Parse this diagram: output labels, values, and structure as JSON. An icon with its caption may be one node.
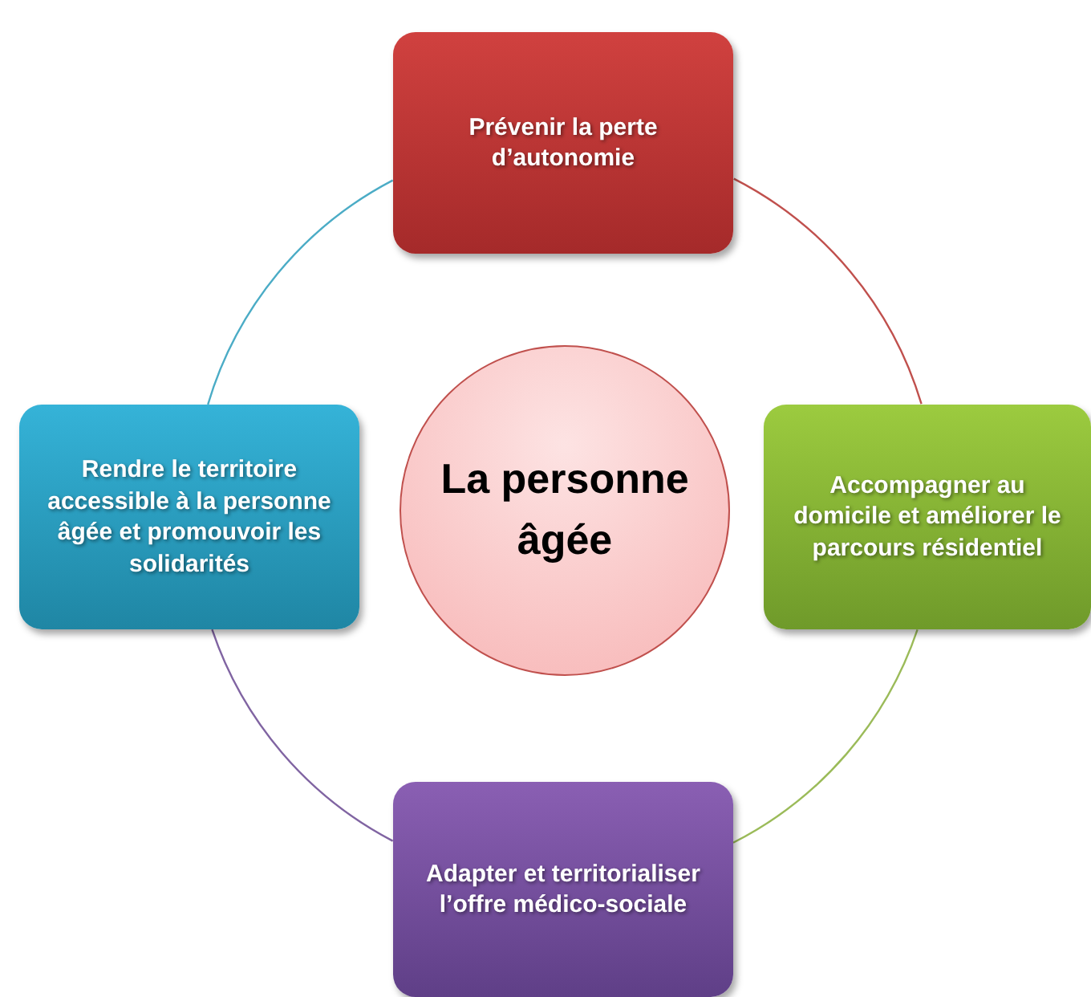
{
  "diagram": {
    "nodes": [
      {
        "text": [
          "Prévenir la perte d’autonomie"
        ]
      },
      {
        "text": [
          "Rendre le territoire accessible à la personne âgée et promouvoir les solidarités"
        ]
      },
      {
        "text": [
          "La personne âgée"
        ]
      },
      {
        "text": [
          "Accompagner au domicile et améliorer le parcours résidentiel"
        ]
      },
      {
        "text": [
          "Adapter et territorialiser l’offre médico-sociale"
        ]
      }
    ],
    "edges": [
      {
        "from": 0,
        "to": 3,
        "arrow": "none",
        "color": "#c0504d"
      },
      {
        "from": 3,
        "to": 4,
        "arrow": "none",
        "color": "#9bbb59"
      },
      {
        "from": 4,
        "to": 1,
        "arrow": "none",
        "color": "#8064a2"
      },
      {
        "from": 1,
        "to": 0,
        "arrow": "none",
        "color": "#4bacc6"
      }
    ]
  }
}
